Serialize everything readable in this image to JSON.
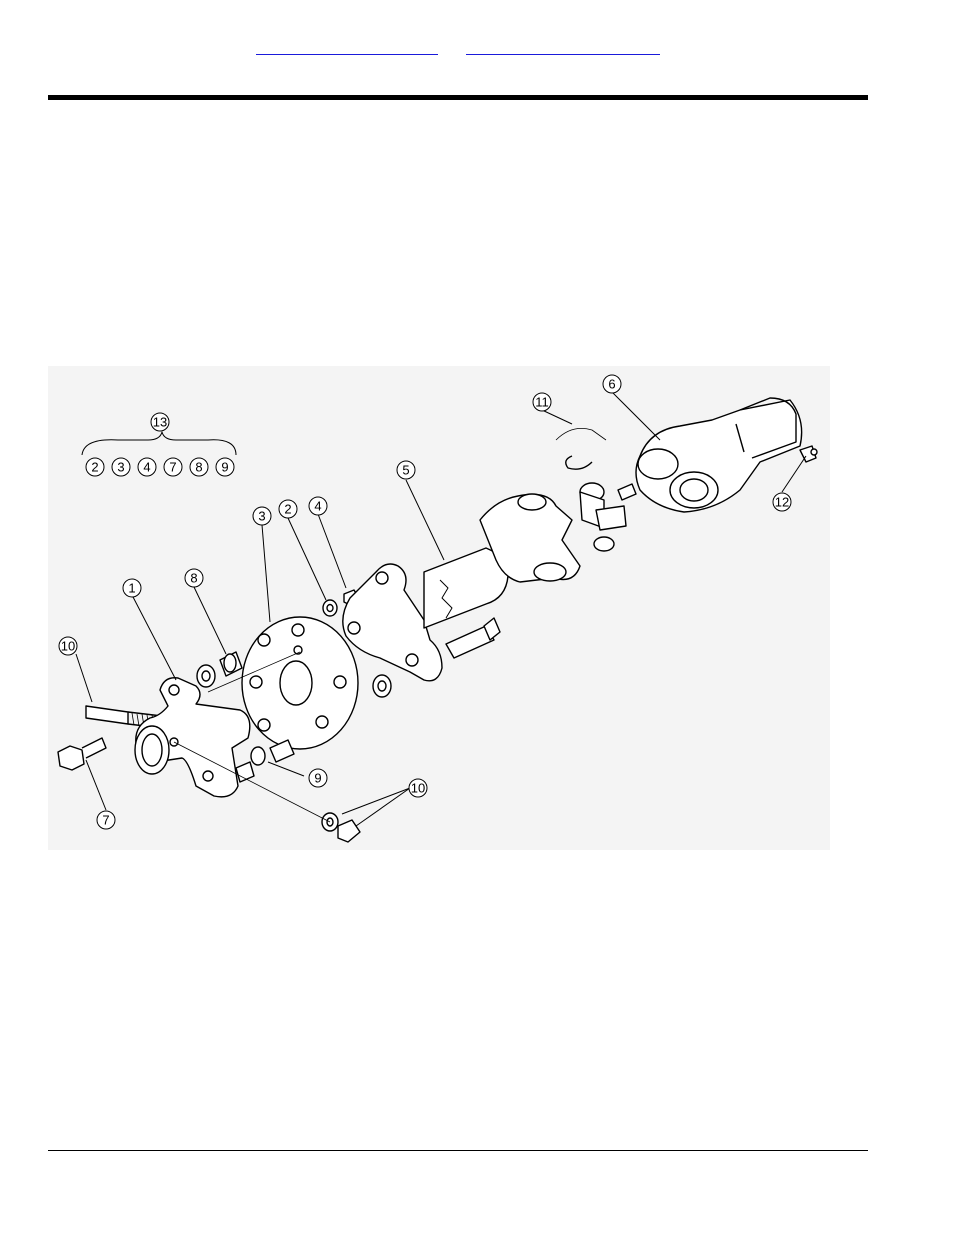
{
  "header": {
    "links": [
      "",
      ""
    ]
  },
  "figure": {
    "callouts": [
      "1",
      "2",
      "3",
      "4",
      "5",
      "6",
      "7",
      "8",
      "9",
      "10",
      "10",
      "11",
      "12",
      "13"
    ],
    "kit_label": "13",
    "kit_items": [
      "2",
      "3",
      "4",
      "7",
      "8",
      "9"
    ]
  }
}
